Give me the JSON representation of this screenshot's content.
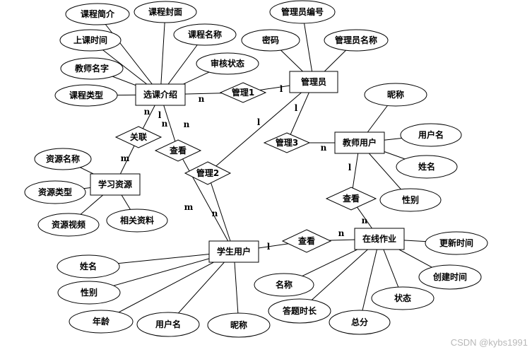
{
  "entities": [
    {
      "id": "course",
      "label": "选课介绍"
    },
    {
      "id": "admin",
      "label": "管理员"
    },
    {
      "id": "teacher",
      "label": "教师用户"
    },
    {
      "id": "resource",
      "label": "学习资源"
    },
    {
      "id": "student",
      "label": "学生用户"
    },
    {
      "id": "homework",
      "label": "在线作业"
    }
  ],
  "relationships": [
    {
      "id": "r_admin1",
      "label": "管理1"
    },
    {
      "id": "r_admin2",
      "label": "管理2"
    },
    {
      "id": "r_admin3",
      "label": "管理3"
    },
    {
      "id": "r_assoc",
      "label": "关联"
    },
    {
      "id": "r_view_course",
      "label": "查看"
    },
    {
      "id": "r_view_teacher",
      "label": "查看"
    },
    {
      "id": "r_view_hw",
      "label": "查看"
    }
  ],
  "attributes": [
    {
      "id": "a_course_intro",
      "label": "课程简介"
    },
    {
      "id": "a_course_cover",
      "label": "课程封面"
    },
    {
      "id": "a_class_time",
      "label": "上课时间"
    },
    {
      "id": "a_course_name",
      "label": "课程名称"
    },
    {
      "id": "a_teacher_name",
      "label": "教师名字"
    },
    {
      "id": "a_review",
      "label": "审核状态"
    },
    {
      "id": "a_course_type",
      "label": "课程类型"
    },
    {
      "id": "a_admin_no",
      "label": "管理员编号"
    },
    {
      "id": "a_password",
      "label": "密码"
    },
    {
      "id": "a_admin_name",
      "label": "管理员名称"
    },
    {
      "id": "a_t_nick",
      "label": "昵称"
    },
    {
      "id": "a_t_user",
      "label": "用户名"
    },
    {
      "id": "a_t_name",
      "label": "姓名"
    },
    {
      "id": "a_t_gender",
      "label": "性别"
    },
    {
      "id": "a_res_name",
      "label": "资源名称"
    },
    {
      "id": "a_res_type",
      "label": "资源类型"
    },
    {
      "id": "a_res_video",
      "label": "资源视频"
    },
    {
      "id": "a_res_doc",
      "label": "相关资料"
    },
    {
      "id": "a_s_name",
      "label": "姓名"
    },
    {
      "id": "a_s_gender",
      "label": "性别"
    },
    {
      "id": "a_s_age",
      "label": "年龄"
    },
    {
      "id": "a_s_user",
      "label": "用户名"
    },
    {
      "id": "a_s_nick",
      "label": "昵称"
    },
    {
      "id": "a_hw_update",
      "label": "更新时间"
    },
    {
      "id": "a_hw_create",
      "label": "创建时间"
    },
    {
      "id": "a_hw_name",
      "label": "名称"
    },
    {
      "id": "a_hw_status",
      "label": "状态"
    },
    {
      "id": "a_hw_duration",
      "label": "答题时长"
    },
    {
      "id": "a_hw_score",
      "label": "总分"
    }
  ],
  "cardinalities": [
    {
      "id": "c1",
      "label": "n"
    },
    {
      "id": "c2",
      "label": "l"
    },
    {
      "id": "c3",
      "label": "l"
    },
    {
      "id": "c4",
      "label": "n"
    },
    {
      "id": "c5",
      "label": "l"
    },
    {
      "id": "c6",
      "label": "n"
    },
    {
      "id": "c7",
      "label": "n"
    },
    {
      "id": "c8",
      "label": "m"
    },
    {
      "id": "c9",
      "label": "n"
    },
    {
      "id": "c10",
      "label": "m"
    },
    {
      "id": "c11",
      "label": "l"
    },
    {
      "id": "c12",
      "label": "n"
    },
    {
      "id": "c13",
      "label": "l"
    },
    {
      "id": "c14",
      "label": "n"
    },
    {
      "id": "c15",
      "label": "l"
    },
    {
      "id": "c16",
      "label": "n"
    }
  ],
  "watermark": "CSDN @kybs1991"
}
